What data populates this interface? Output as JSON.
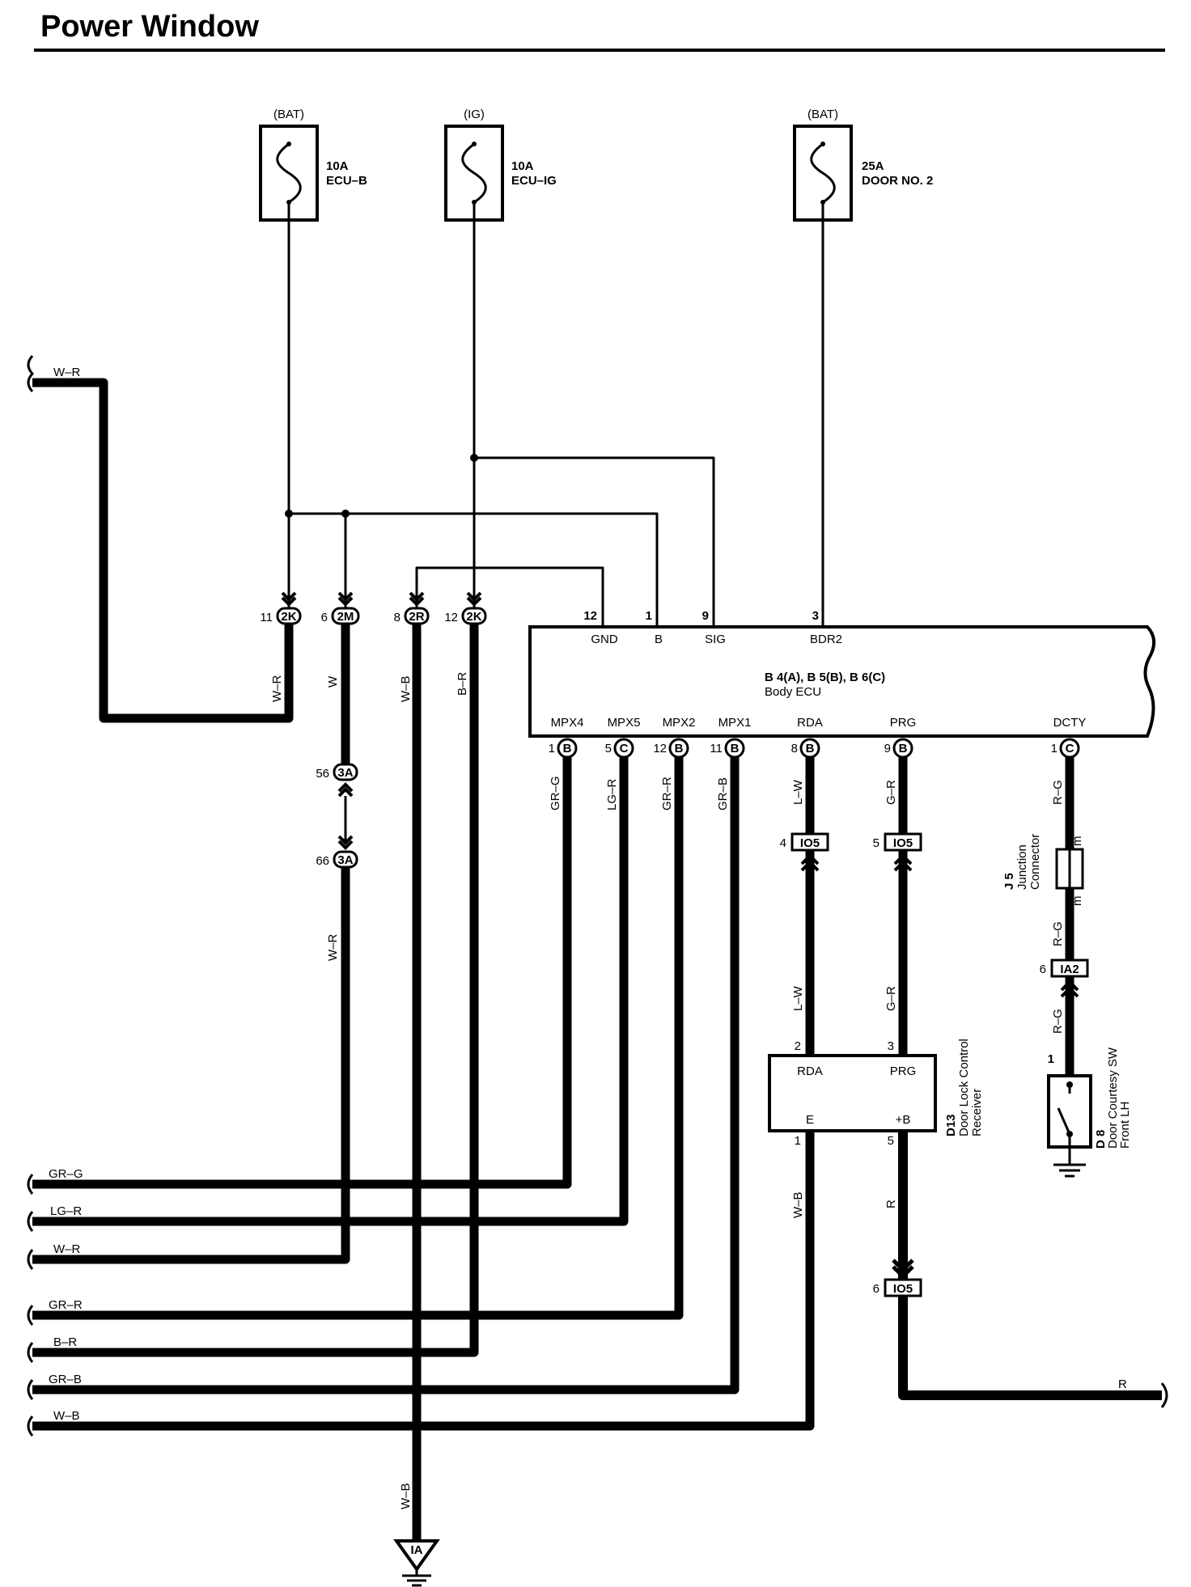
{
  "title": "Power Window",
  "fuses": [
    {
      "source": "(BAT)",
      "rating": "10A",
      "name": "ECU–B"
    },
    {
      "source": "(IG)",
      "rating": "10A",
      "name": "ECU–IG"
    },
    {
      "source": "(BAT)",
      "rating": "25A",
      "name": "DOOR NO. 2"
    }
  ],
  "ecu": {
    "name": "B 4(A), B 5(B), B 6(C)",
    "desc": "Body ECU",
    "top_pins": [
      {
        "num": "12",
        "label": "GND"
      },
      {
        "num": "1",
        "label": "B"
      },
      {
        "num": "9",
        "label": "SIG"
      },
      {
        "num": "3",
        "label": "BDR2"
      }
    ],
    "bottom_pins": [
      {
        "num": "1",
        "conn": "B",
        "label": "MPX4",
        "wire": "GR–G"
      },
      {
        "num": "5",
        "conn": "C",
        "label": "MPX5",
        "wire": "LG–R"
      },
      {
        "num": "12",
        "conn": "B",
        "label": "MPX2",
        "wire": "GR–R"
      },
      {
        "num": "11",
        "conn": "B",
        "label": "MPX1",
        "wire": "GR–B"
      },
      {
        "num": "8",
        "conn": "B",
        "label": "RDA",
        "wire": "L–W"
      },
      {
        "num": "9",
        "conn": "B",
        "label": "PRG",
        "wire": "G–R"
      },
      {
        "num": "1",
        "conn": "C",
        "label": "DCTY",
        "wire": "R–G"
      }
    ]
  },
  "junctions": [
    {
      "num": "11",
      "code": "2K",
      "wire": "W–R"
    },
    {
      "num": "6",
      "code": "2M",
      "wire": "W"
    },
    {
      "num": "8",
      "code": "2R",
      "wire": "W–B"
    },
    {
      "num": "12",
      "code": "2K",
      "wire": "B–R"
    },
    {
      "num": "56",
      "code": "3A"
    },
    {
      "num": "66",
      "code": "3A",
      "wire": "W–R"
    }
  ],
  "connectors": [
    {
      "num": "4",
      "code": "IO5"
    },
    {
      "num": "5",
      "code": "IO5"
    },
    {
      "num": "6",
      "code": "IO5"
    },
    {
      "num": "6",
      "code": "IA2"
    }
  ],
  "receiver": {
    "id": "D13",
    "name": "Door Lock Control Receiver",
    "pins": [
      {
        "num": "2",
        "label": "RDA",
        "wire": "L–W"
      },
      {
        "num": "3",
        "label": "PRG",
        "wire": "G–R"
      },
      {
        "num": "1",
        "label": "E",
        "wire": "W–B"
      },
      {
        "num": "5",
        "label": "+B",
        "wire": "R"
      }
    ]
  },
  "junction_connector": {
    "id": "J 5",
    "name": "Junction Connector",
    "pin_mark": "m",
    "wire": "R–G"
  },
  "courtesy_switch": {
    "id": "D 8",
    "name": "Door Courtesy SW Front LH",
    "pin": "1",
    "wire": "R–G"
  },
  "left_wires": [
    "W–R",
    "GR–G",
    "LG–R",
    "W–R",
    "GR–R",
    "B–R",
    "GR–B",
    "W–B"
  ],
  "right_wire": "R",
  "ground": {
    "code": "IA",
    "wire": "W–B"
  }
}
